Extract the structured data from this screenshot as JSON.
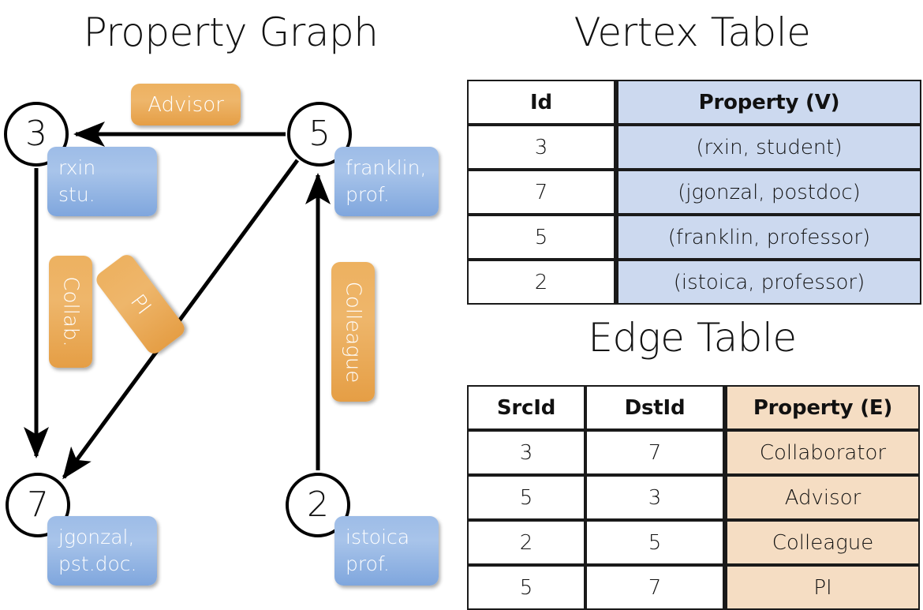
{
  "titles": {
    "property_graph": "Property Graph",
    "vertex_table": "Vertex Table",
    "edge_table": "Edge Table"
  },
  "graph": {
    "nodes": [
      {
        "id": "3",
        "label": "3",
        "property_lines": [
          "rxin",
          "stu."
        ]
      },
      {
        "id": "5",
        "label": "5",
        "property_lines": [
          "franklin,",
          "prof."
        ]
      },
      {
        "id": "7",
        "label": "7",
        "property_lines": [
          "jgonzal,",
          "pst.doc."
        ]
      },
      {
        "id": "2",
        "label": "2",
        "property_lines": [
          "istoica",
          "prof."
        ]
      }
    ],
    "edge_labels": [
      {
        "name": "advisor",
        "text": "Advisor"
      },
      {
        "name": "collab",
        "text": "Collab."
      },
      {
        "name": "pi",
        "text": "PI"
      },
      {
        "name": "colleague",
        "text": "Colleague"
      }
    ],
    "edges": [
      {
        "from": "5",
        "to": "3",
        "label": "Advisor"
      },
      {
        "from": "3",
        "to": "7",
        "label": "Collab."
      },
      {
        "from": "5",
        "to": "7",
        "label": "PI"
      },
      {
        "from": "2",
        "to": "5",
        "label": "Colleague"
      }
    ]
  },
  "vertex_table": {
    "headers": [
      "Id",
      "Property (V)"
    ],
    "rows": [
      {
        "id": "3",
        "property": "(rxin, student)"
      },
      {
        "id": "7",
        "property": "(jgonzal, postdoc)"
      },
      {
        "id": "5",
        "property": "(franklin, professor)"
      },
      {
        "id": "2",
        "property": "(istoica, professor)"
      }
    ]
  },
  "edge_table": {
    "headers": [
      "SrcId",
      "DstId",
      "Property (E)"
    ],
    "rows": [
      {
        "src": "3",
        "dst": "7",
        "property": "Collaborator"
      },
      {
        "src": "5",
        "dst": "3",
        "property": "Advisor"
      },
      {
        "src": "2",
        "dst": "5",
        "property": "Colleague"
      },
      {
        "src": "5",
        "dst": "7",
        "property": "PI"
      }
    ]
  },
  "colors": {
    "vertex_property_fill": "#ccd9ef",
    "edge_property_fill": "#f5ddc3",
    "node_box_blue": "#a8c4ea",
    "edge_box_orange": "#eeb66b",
    "stroke": "#000000"
  }
}
